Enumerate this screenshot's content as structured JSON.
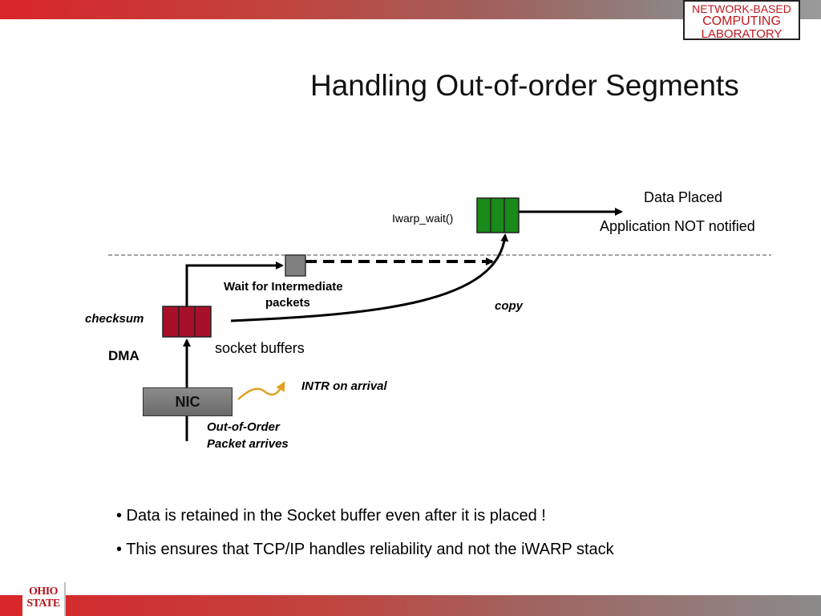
{
  "header": {
    "logo_line1": "NETWORK-BASED",
    "logo_line2": "COMPUTING",
    "logo_line3": "LABORATORY"
  },
  "title": "Handling Out-of-order Segments",
  "diagram": {
    "data_placed": "Data Placed",
    "app_not_notified": "Application NOT notified",
    "iwarp_wait": "Iwarp_wait()",
    "wait_intermediate_1": "Wait for Intermediate",
    "wait_intermediate_2": "packets",
    "copy": "copy",
    "checksum": "checksum",
    "dma": "DMA",
    "socket_buffers": "socket buffers",
    "intr_on_arrival": "INTR on arrival",
    "nic": "NIC",
    "ooo_1": "Out-of-Order",
    "ooo_2": "Packet arrives"
  },
  "bullets": [
    "• Data is retained in the Socket buffer even after it is placed !",
    "• This ensures that TCP/IP handles reliability and not the iWARP stack"
  ],
  "footer": {
    "osu_line1": "OHIO",
    "osu_line2": "STATE"
  },
  "colors": {
    "socket_buffer": "#a8102a",
    "app_buffer": "#1a8a1a",
    "wait_packet": "#808080",
    "intr_arrow": "#e0a020",
    "brand_red": "#c0161c"
  },
  "icons": {
    "intr_arrow": "squiggle-arrow-icon"
  }
}
